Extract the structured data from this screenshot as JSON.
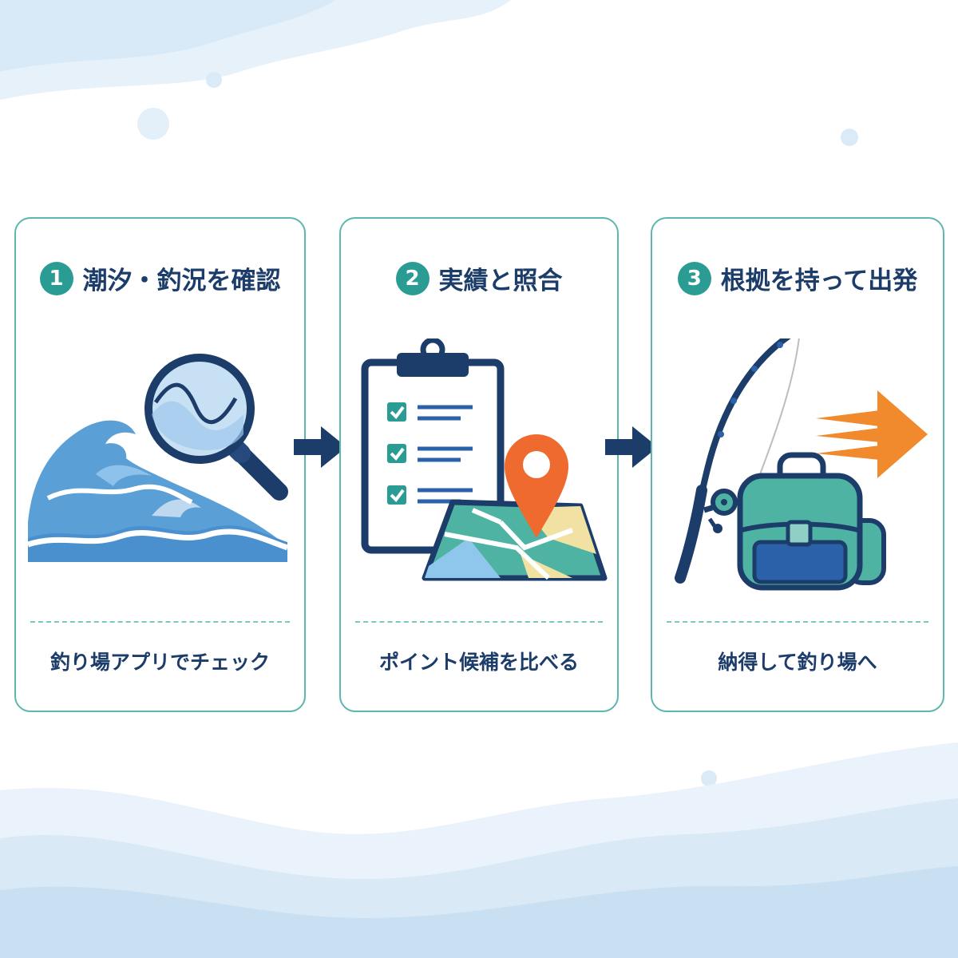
{
  "steps": [
    {
      "number": "1",
      "title": "潮汐・釣況を確認",
      "caption": "釣り場アプリでチェック"
    },
    {
      "number": "2",
      "title": "実績と照合",
      "caption": "ポイント候補を比べる"
    },
    {
      "number": "3",
      "title": "根拠を持って出発",
      "caption": "納得して釣り場へ"
    }
  ],
  "colors": {
    "navy": "#1c3c6a",
    "teal": "#2b9c93",
    "card_border": "#5cb7ae",
    "wave_blue": "#5a9fd6",
    "pin_orange": "#ef6a2e",
    "motion_orange": "#f08a2c"
  },
  "icons": [
    "wave-icon",
    "magnifier-icon",
    "clipboard-icon",
    "checkbox-icon",
    "location-pin-icon",
    "map-icon",
    "fishing-rod-icon",
    "backpack-icon",
    "motion-arrow-icon",
    "flow-arrow-icon"
  ]
}
